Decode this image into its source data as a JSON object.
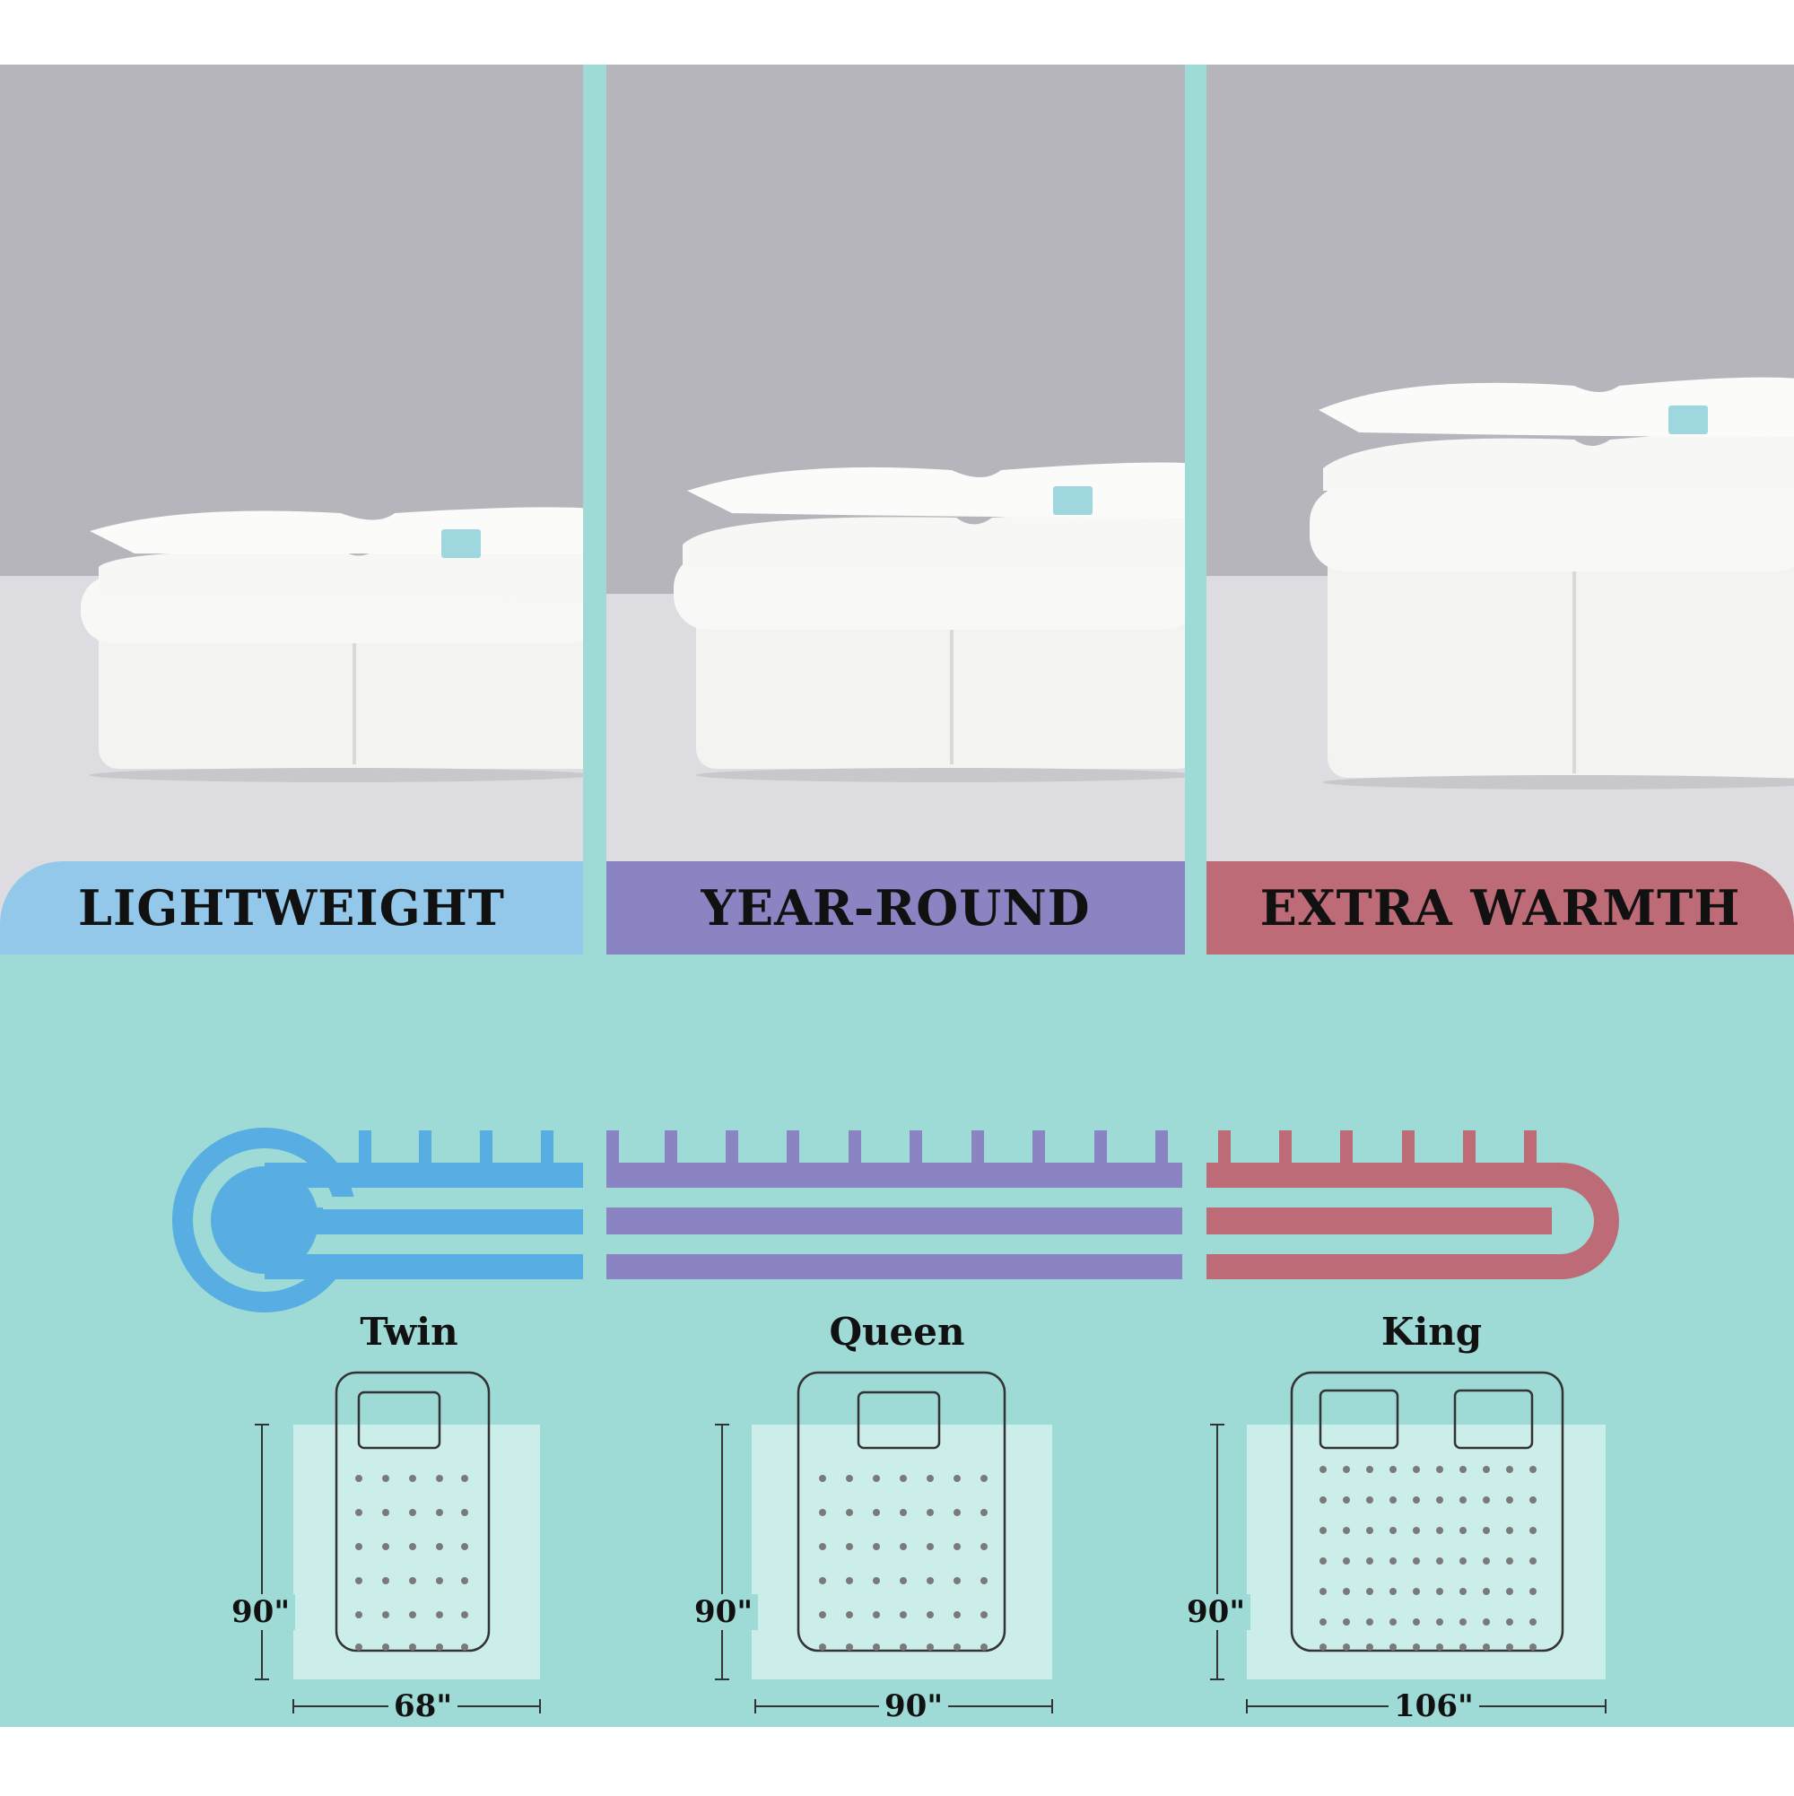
{
  "panels": [
    {
      "id": "lightweight",
      "label": "LIGHTWEIGHT",
      "color": "#93c8ea"
    },
    {
      "id": "year-round",
      "label": "YEAR-ROUND",
      "color": "#8a85c2"
    },
    {
      "id": "extra-warmth",
      "label": "EXTRA WARMTH",
      "color": "#bd6b76"
    }
  ],
  "thermometer": {
    "segment_colors": [
      "#58ade2",
      "#8a85c2",
      "#bd6b76"
    ],
    "tick_counts": [
      4,
      10,
      6
    ]
  },
  "sizes": [
    {
      "name": "Twin",
      "length": "90\"",
      "width": "68\"",
      "pillows": 1
    },
    {
      "name": "Queen",
      "length": "90\"",
      "width": "90\"",
      "pillows": 1
    },
    {
      "name": "King",
      "length": "90\"",
      "width": "106\"",
      "pillows": 2
    }
  ],
  "colors": {
    "background": "#9edbd6",
    "wall": "#b6b5bb",
    "floor": "#dddde1",
    "comforter": "#f6f6f4",
    "tag": "#9fd7de"
  }
}
